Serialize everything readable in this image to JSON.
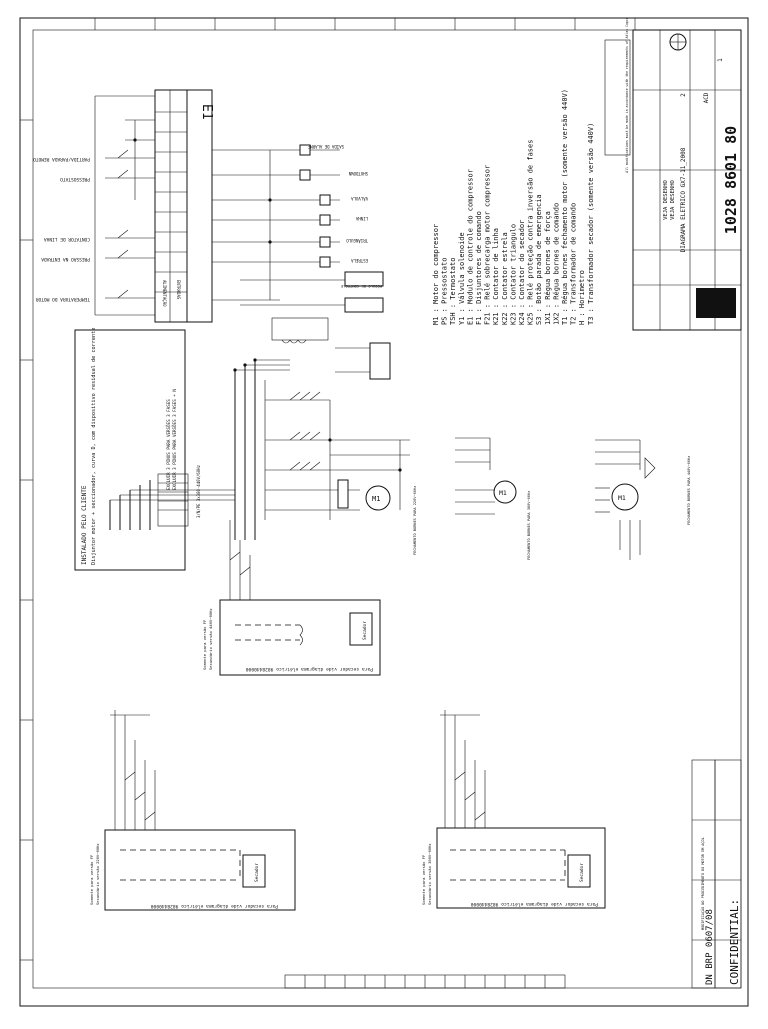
{
  "title_block": {
    "drawing_number": "1028 8601 80",
    "title": "DIAGRAMA ELETRICO GX7-11_2008",
    "see_drawing_1": "VEJA DESENHO",
    "see_drawing_2": "VEJA DESENHO",
    "confidential": "CONFIDENTIAL:",
    "dn_ref": "DN BRP 0607/08",
    "revision_note": "MODIFICAÇÃO NO PROCEDIMENTO DO MOTOR EM AÇOL",
    "scale": "ACD",
    "sheet": "1",
    "rev": "2",
    "notice": "All modifications must be made in accordance with the requirements of Atlas Copco"
  },
  "terminal_strip": {
    "label": "E1",
    "columns": [
      "ENTRADAS",
      "ALIMENTAÇÃO"
    ]
  },
  "left_labels": [
    "PARTIDA/PARADA REMOTO",
    "PRESSOSTATO",
    "CONTATOR DE LINHA",
    "PRESSÃO NA ENTRADA",
    "TEMPERATURA DO MOTOR"
  ],
  "right_labels": [
    "SAÍDA DE ALARME",
    "SHUTDOWN",
    "VÁLVULA",
    "LINHA",
    "TRIÂNGULO",
    "ESTRELA",
    "MÓDULO DE CONTROLE"
  ],
  "legend": [
    "M1  : Motor do compressor",
    "PS  : Pressostato",
    "TSH : Termostato",
    "Y1  : Válvula solenoide",
    "E1  : Modulo de controle do compressor",
    "F1  : Disjuntores de comando",
    "F21 : Relé sobrecarga motor compressor",
    "K21 : Contator de linha",
    "K22 : Contator estrela",
    "K23 : Contator triangulo",
    "K24 : Contator do secador",
    "K25 : Relé proteção contra inversão de fases",
    "S3  : Botão parada de emergencia",
    "1X1 : Régua bornes de força",
    "1X2 : Régua bornes de comando",
    "T1  : Régua bornes fechamento motor (somente versão 440V)",
    "T2  : Transformador de comando",
    "H   : Horimetro",
    "T3  : Transformador secador (somente versão 440V)"
  ],
  "notes": {
    "client_install": "INSTALADO PELO CLIENTE",
    "disjuntor": "Disjuntor motor + seccionador, curva D, com dispositivo residual de corrente",
    "line_rule_1": "EXCLUIR 3 PINOS PARA VERSÕES 3 FASES",
    "line_rule_2": "EXCLUIR 3 PINOS PARA VERSÕES 3 FASES + N",
    "dryer_ref": "Para secador vide diagrama elétrico 9828440000",
    "dryer_version_ff": "Somente para versão FF",
    "dryer_secondary_440": "Secundário versão 440V~60Hz",
    "dryer_secondary_220": "Secundário versão 220V~60Hz",
    "dryer_secondary_380": "Secundário versão 380V~60Hz",
    "dryer_label": "Secador",
    "motor_closing_1": "FECHAMENTO BORNES PARA 220V~60Hz",
    "motor_closing_2": "FECHAMENTO BORNES PARA 380V~60Hz",
    "motor_closing_3": "FECHAMENTO BORNES PARA 440V~60Hz",
    "supply_label": "3/N/PE 3x380-440V/60Hz",
    "motor_label": "M1"
  }
}
